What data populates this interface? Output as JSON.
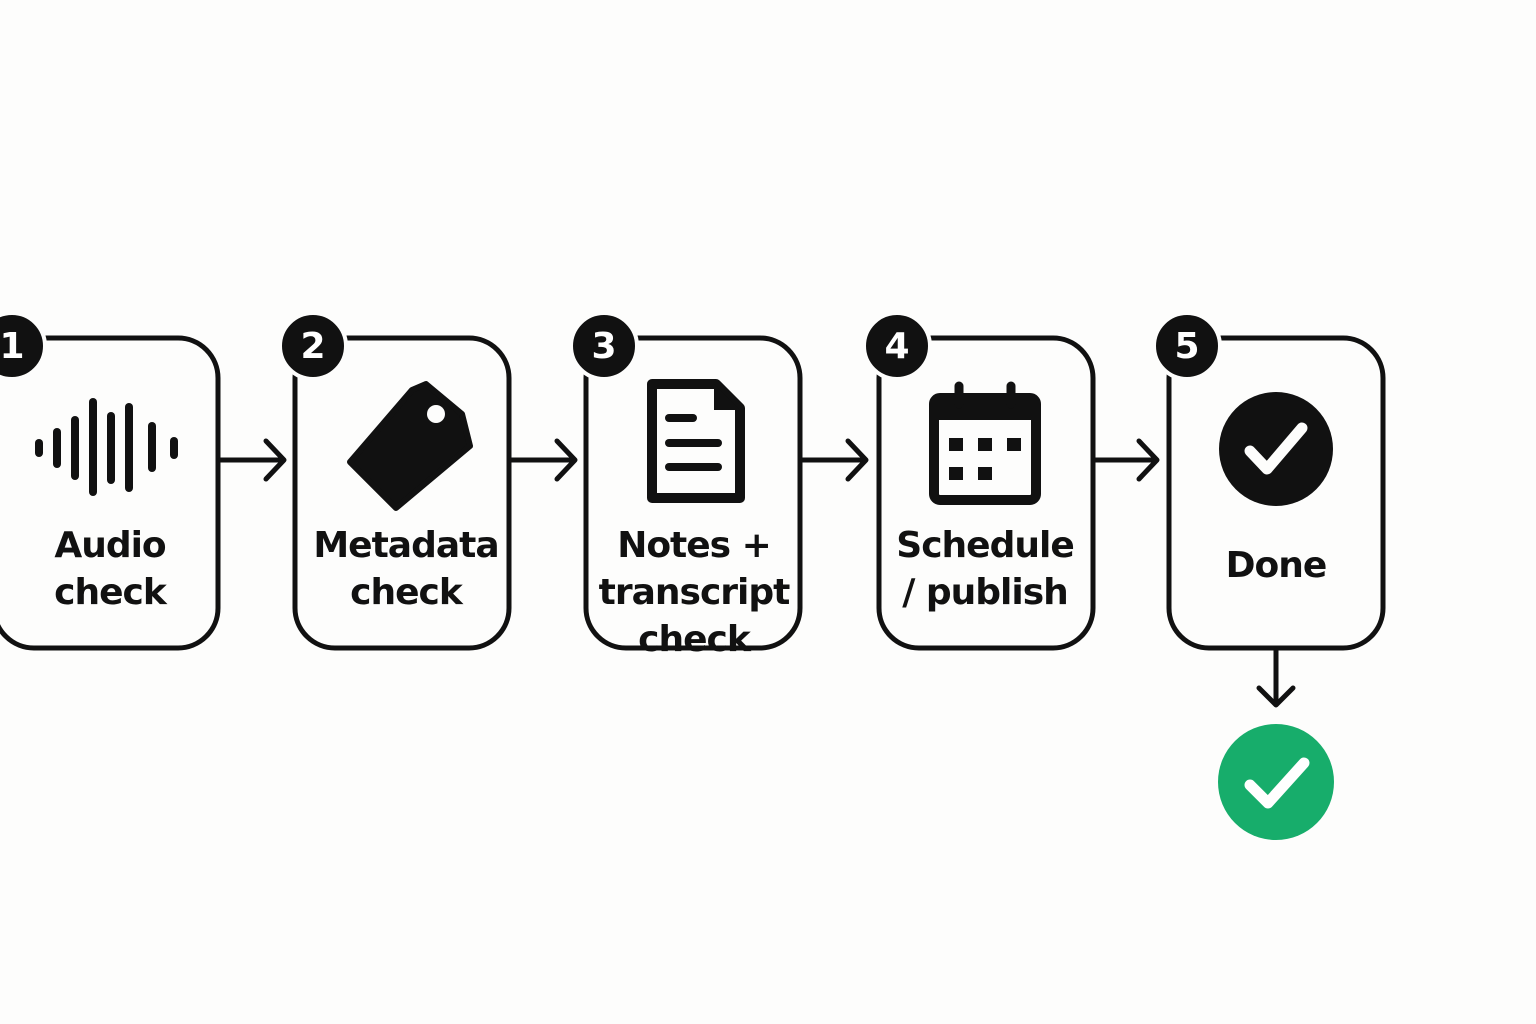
{
  "steps": [
    {
      "number": "1",
      "label": "Audio\ncheck",
      "icon": "audio-waveform-icon"
    },
    {
      "number": "2",
      "label": "Metadata\ncheck",
      "icon": "tag-icon"
    },
    {
      "number": "3",
      "label": "Notes +\ntranscript\ncheck",
      "icon": "document-icon"
    },
    {
      "number": "4",
      "label": "Schedule\n/ publish",
      "icon": "calendar-icon"
    },
    {
      "number": "5",
      "label": "Done",
      "icon": "check-circle-icon"
    }
  ],
  "result": {
    "icon": "green-check-circle-icon"
  },
  "colors": {
    "ink": "#111111",
    "background": "#fdfdfc",
    "success_green": "#17ad6b"
  }
}
